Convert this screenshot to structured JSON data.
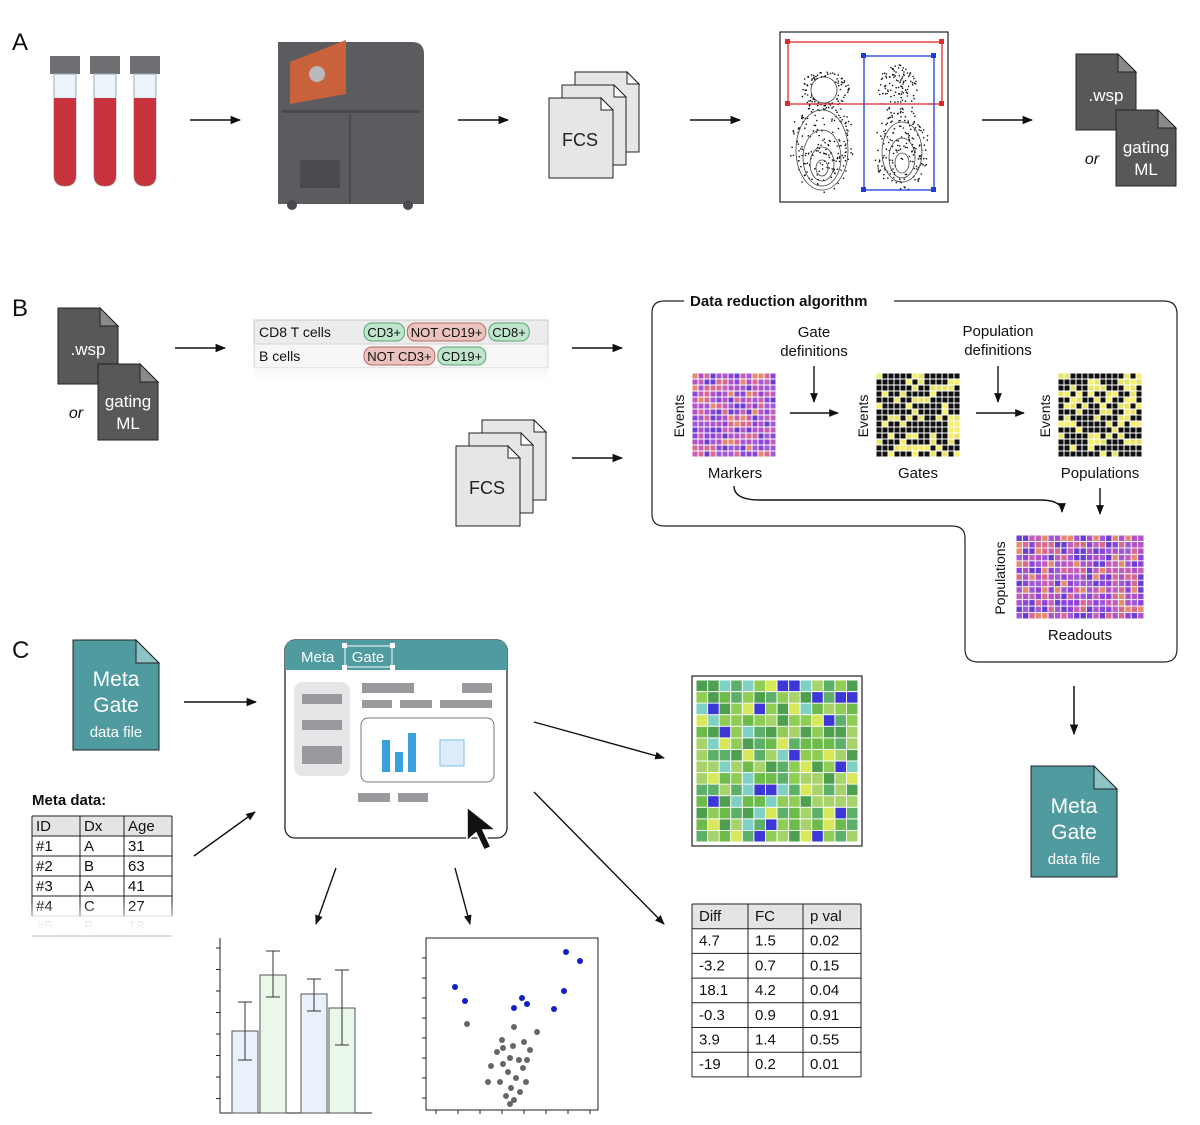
{
  "panels": {
    "a": "A",
    "b": "B",
    "c": "C"
  },
  "files": {
    "wsp": ".wsp",
    "gating_line1": "gating",
    "gating_line2": "ML",
    "or": "or",
    "fcs": "FCS",
    "metagate_line1": "Meta",
    "metagate_line2": "Gate",
    "metagate_line3": "data file"
  },
  "gate_table": {
    "rows": [
      {
        "name": "CD8 T cells",
        "tags": [
          {
            "text": "CD3+",
            "kind": "pos"
          },
          {
            "text": "NOT CD19+",
            "kind": "neg"
          },
          {
            "text": "CD8+",
            "kind": "pos"
          }
        ]
      },
      {
        "name": "B cells",
        "tags": [
          {
            "text": "NOT CD3+",
            "kind": "neg"
          },
          {
            "text": "CD19+",
            "kind": "pos"
          }
        ]
      }
    ]
  },
  "algorithm": {
    "title": "Data reduction algorithm",
    "gate_def_line1": "Gate",
    "gate_def_line2": "definitions",
    "pop_def_line1": "Population",
    "pop_def_line2": "definitions",
    "events": "Events",
    "markers": "Markers",
    "gates": "Gates",
    "populations": "Populations",
    "readouts": "Readouts"
  },
  "app": {
    "title_part1": "Meta",
    "title_part2": "Gate"
  },
  "meta_data": {
    "title": "Meta data:",
    "columns": [
      "ID",
      "Dx",
      "Age"
    ],
    "rows": [
      [
        "#1",
        "A",
        "31"
      ],
      [
        "#2",
        "B",
        "63"
      ],
      [
        "#3",
        "A",
        "41"
      ],
      [
        "#4",
        "C",
        "27"
      ],
      [
        "#5",
        "B",
        "18"
      ]
    ]
  },
  "results_table": {
    "columns": [
      "Diff",
      "FC",
      "p val"
    ],
    "rows": [
      [
        "4.7",
        "1.5",
        "0.02"
      ],
      [
        "-3.2",
        "0.7",
        "0.15"
      ],
      [
        "18.1",
        "4.2",
        "0.04"
      ],
      [
        "-0.3",
        "0.9",
        "0.91"
      ],
      [
        "3.9",
        "1.4",
        "0.55"
      ],
      [
        "-19",
        "0.2",
        "0.01"
      ]
    ]
  },
  "colors": {
    "blood": "#c8343d",
    "cap": "#6f6f73",
    "machine": "#5c5c60",
    "machine_accent": "#c9623a",
    "file_dark": "#58585a",
    "teal": "#4f9ba0",
    "tag_pos_fill": "#bfe6cc",
    "tag_neg_fill": "#ecc2bf",
    "gate_red": "#e02a2a",
    "gate_blue": "#1f3bd8"
  }
}
